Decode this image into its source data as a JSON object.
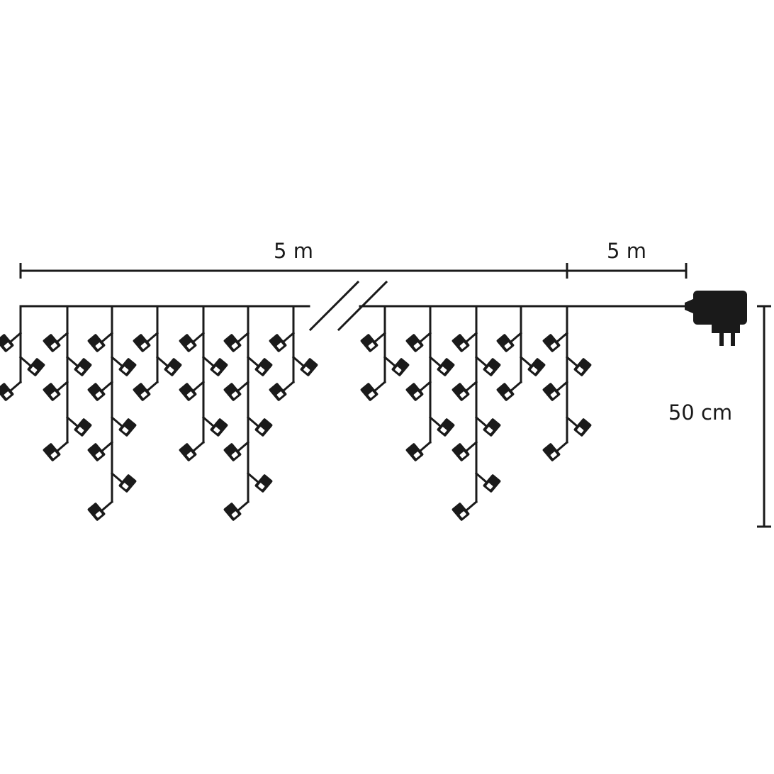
{
  "dimensions": {
    "string_length": "5 m",
    "lead_cable_length": "5 m",
    "drop_height": "50 cm"
  },
  "colors": {
    "line": "#1a1a1a",
    "background": "#ffffff",
    "lens": "#ffffff"
  },
  "icons": {
    "adapter": "power-adapter-icon",
    "bulb": "led-bulb-icon",
    "break": "break-marks-icon"
  }
}
